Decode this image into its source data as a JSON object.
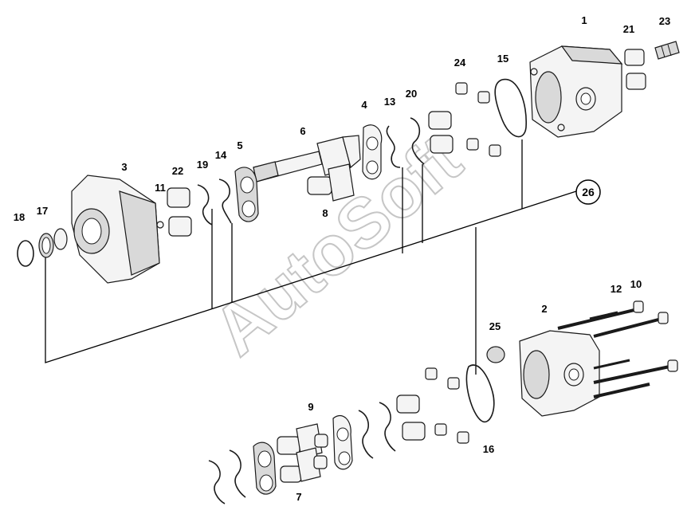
{
  "watermark": "AutoSoft",
  "callout": "26",
  "labels": {
    "p1": "1",
    "p2": "2",
    "p3": "3",
    "p4": "4",
    "p5": "5",
    "p6": "6",
    "p7": "7",
    "p8": "8",
    "p9": "9",
    "p10": "10",
    "p11": "11",
    "p12": "12",
    "p13": "13",
    "p14": "14",
    "p15": "15",
    "p16": "16",
    "p17": "17",
    "p18": "18",
    "p19": "19",
    "p20": "20",
    "p21": "21",
    "p22": "22",
    "p23": "23",
    "p24": "24",
    "p25": "25"
  }
}
